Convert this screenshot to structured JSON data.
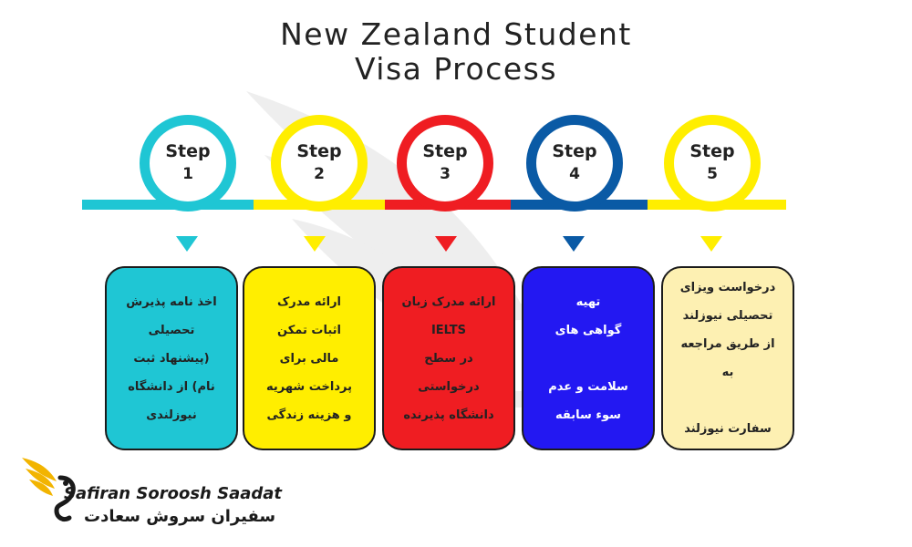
{
  "title": {
    "line1": "New Zealand Student",
    "line2": "Visa Process"
  },
  "colors": {
    "cyan": "#1fc6d4",
    "yellow": "#ffee00",
    "red": "#ef1d22",
    "blue": "#0a5aa5",
    "royal_blue": "#2318f2",
    "light_yellow": "#fdf0b2"
  },
  "steps": [
    {
      "word": "Step",
      "number": "1",
      "text": "اخذ نامه پذیرش\nتحصیلی\n(پیشنهاد ثبت\nنام) از دانشگاه\nنیوزلندی"
    },
    {
      "word": "Step",
      "number": "2",
      "text": "ارائه مدرک\nاثبات تمکن\nمالی برای\nپرداخت شهریه\nو هزینه زندگی"
    },
    {
      "word": "Step",
      "number": "3",
      "text": "ارائه مدرک زبان\nIELTS\nدر سطح\nدرخواستی\nدانشگاه پذیرنده"
    },
    {
      "word": "Step",
      "number": "4",
      "text": "تهیه\nگواهی های\n\nسلامت و عدم\nسوء سابقه"
    },
    {
      "word": "Step",
      "number": "5",
      "text": "درخواست ویزای\nتحصیلی نیوزلند\nاز طریق مراجعه\nبه\n\nسفارت نیوزلند"
    }
  ],
  "brand": {
    "name_en": "Safiran Soroosh Saadat",
    "name_fa": "سفیران سروش سعادت"
  }
}
